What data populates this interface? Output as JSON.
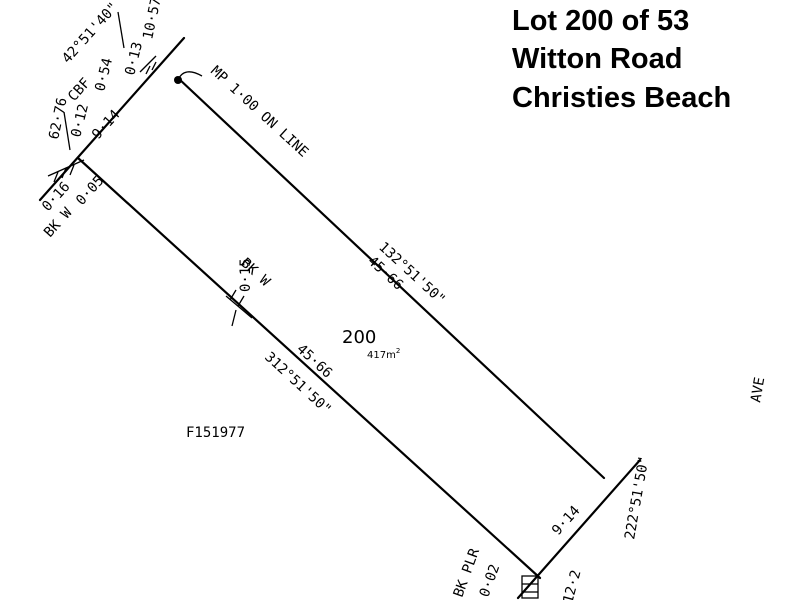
{
  "title": {
    "line1": "Lot 200 of 53",
    "line2": "Witton Road",
    "line3": "Christies Beach"
  },
  "lot": {
    "number": "200",
    "area": "417m",
    "area_sup": "2"
  },
  "plan_ref": "F151977",
  "street": "AVE",
  "boundaries": {
    "ne_bearing": "132°51'50\"",
    "ne_length": "45·66",
    "sw_bearing": "312°51'50\"",
    "sw_length": "45·66",
    "se_length": "9·14",
    "se_bearing": "222°51'50\"",
    "nw_length": "9·14"
  },
  "annotations": {
    "mp_on_line": "MP 1·00 ON LINE",
    "top_bearing": "42°51'40\"",
    "top_dist": "10·57",
    "cbf": "CBF",
    "cbf_val1": "0·54",
    "cbf_val2": "0·13",
    "cbf_val3": "0·12",
    "left_dist": "62·76",
    "bk_w_left_vals": "0·16",
    "bk_w_left_val2": "0·05",
    "bk_w_left": "BK W",
    "bk_w_mid": "BK W",
    "bk_w_mid_val": "0·15",
    "bk_plr": "BK PLR",
    "bk_plr_val": "0·02",
    "bottom_dist": "12·2"
  }
}
